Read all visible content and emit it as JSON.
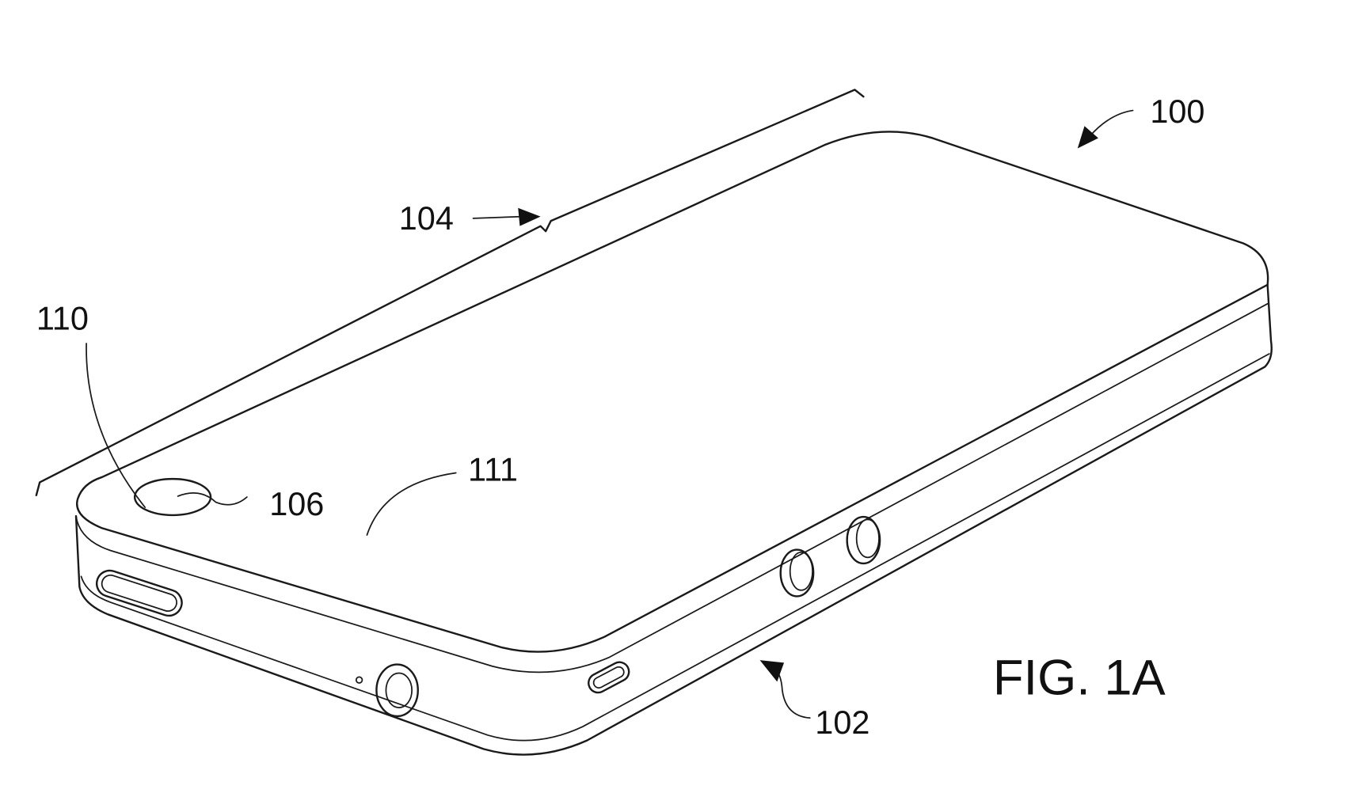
{
  "figure": {
    "title": "FIG. 1A",
    "labels": {
      "device": "100",
      "housing": "102",
      "front_face": "104",
      "camera": "106",
      "camera_ring": "110",
      "back_surface": "111"
    }
  }
}
